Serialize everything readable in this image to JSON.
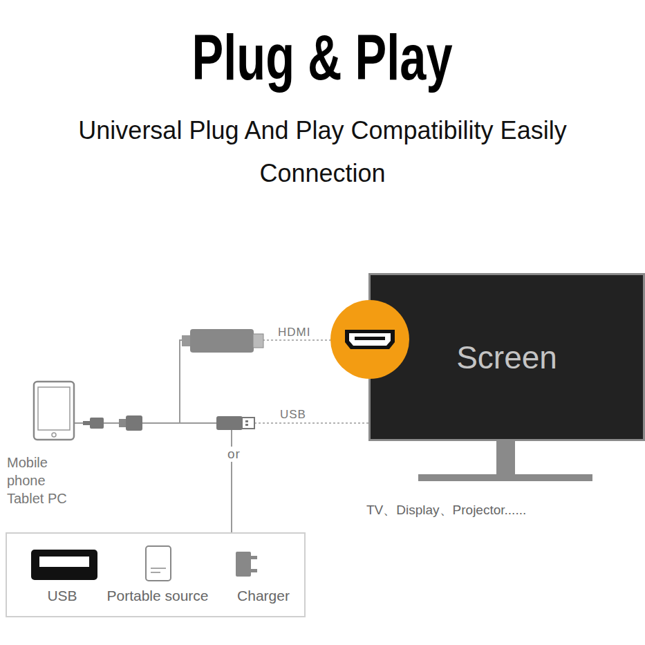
{
  "diagram": {
    "title": "Plug & Play",
    "nodes": [
      {
        "text": [
          "Mobile phone Tablet PC"
        ]
      },
      {
        "text": [
          "Screen"
        ]
      },
      {
        "text": [
          "USB",
          "Portable source",
          "Charger"
        ]
      }
    ],
    "edges": [
      {
        "from": 0,
        "to": 1,
        "label": "HDMI",
        "arrow": "none"
      },
      {
        "from": 0,
        "to": 1,
        "label": "USB",
        "arrow": "none"
      },
      {
        "from": 0,
        "to": 2,
        "label": "or",
        "arrow": "none"
      }
    ],
    "labels": [
      "Universal Plug And Play Compatibility Easily Connection",
      "TV、Display、Projector......"
    ]
  }
}
